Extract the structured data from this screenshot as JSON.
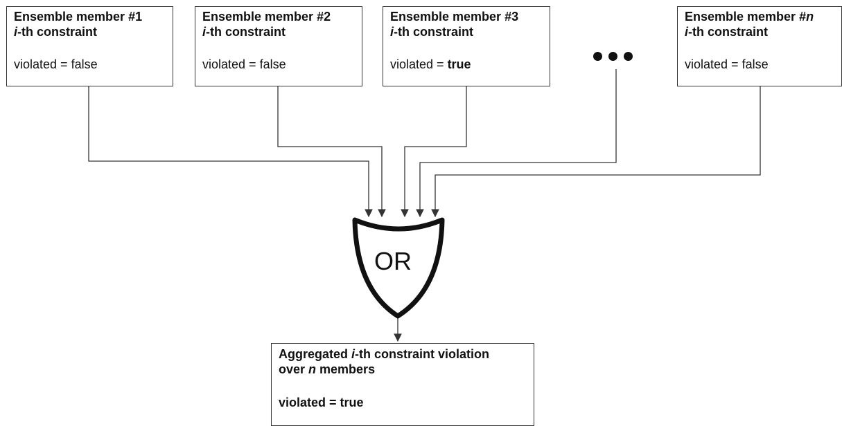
{
  "members": [
    {
      "title_prefix": "Ensemble member #",
      "title_num": "1",
      "constraint_italic": "i",
      "constraint_rest": "-th constraint",
      "status_prefix": "violated = ",
      "status_value": "false"
    },
    {
      "title_prefix": "Ensemble member #",
      "title_num": "2",
      "constraint_italic": "i",
      "constraint_rest": "-th constraint",
      "status_prefix": "violated = ",
      "status_value": "false"
    },
    {
      "title_prefix": "Ensemble member #",
      "title_num": "3",
      "constraint_italic": "i",
      "constraint_rest": "-th constraint",
      "status_prefix": "violated = ",
      "status_value": "true"
    },
    {
      "title_prefix": "Ensemble member #",
      "title_num": "n",
      "constraint_italic": "i",
      "constraint_rest": "-th constraint",
      "status_prefix": "violated = ",
      "status_value": "false"
    }
  ],
  "gate": {
    "label": "OR"
  },
  "aggregate": {
    "line1_prefix": "Aggregated ",
    "line1_italic": "i",
    "line1_rest": "-th constraint violation",
    "line2_prefix": "over ",
    "line2_italic": "n",
    "line2_rest": " members",
    "status": "violated = true"
  },
  "colors": {
    "line": "#333333",
    "gate_stroke": "#111111",
    "background": "#ffffff"
  }
}
